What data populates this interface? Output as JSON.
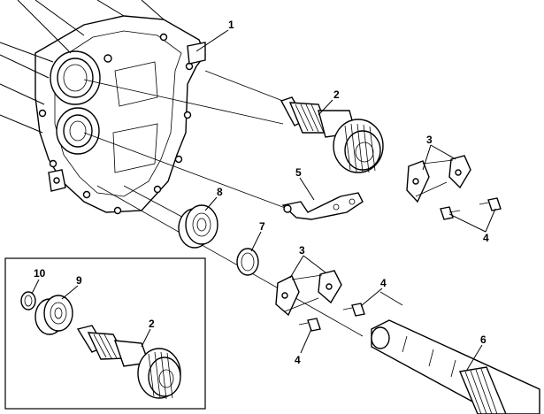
{
  "callouts": {
    "c1": "1",
    "c2": "2",
    "c3a": "3",
    "c4a": "4",
    "c5": "5",
    "c6": "6",
    "c7": "7",
    "c8": "8",
    "c3b": "3",
    "c4b": "4",
    "c4c": "4",
    "c10": "10",
    "c9": "9",
    "c2b": "2"
  }
}
